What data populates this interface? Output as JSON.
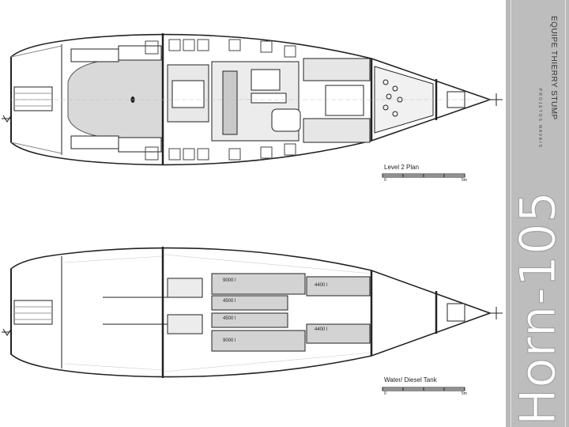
{
  "labels": {
    "level2_title": "Level 2 Plan",
    "tank_title": "Water/ Diesel Tank",
    "scale_zero_top": "0",
    "scale_end_top": "5m",
    "scale_zero_bottom": "0",
    "scale_end_bottom": "5m"
  },
  "tanks": {
    "port_water": "9000 l",
    "port_fwd": "4400 l",
    "port_diesel": "4500 l",
    "stbd_diesel": "4500 l",
    "stbd_water": "9000 l",
    "stbd_fwd": "4400 l"
  },
  "sidebar": {
    "firm": "EQUIPE THIERRY STUMP",
    "firm_sub": "PROJETOS NAVAIS",
    "model": "Horn-105"
  },
  "colors": {
    "sidebar": "#b9b9b9",
    "tank_fill": "#d3d3d3",
    "saloon_fill": "#d9d9d9",
    "line": "#222222"
  }
}
